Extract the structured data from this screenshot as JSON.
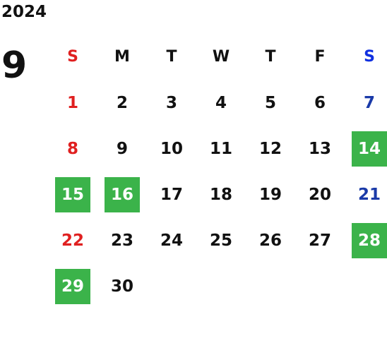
{
  "calendar": {
    "year": "2024",
    "month": "9",
    "weekdays": [
      "S",
      "M",
      "T",
      "W",
      "T",
      "F",
      "S"
    ],
    "weeks": [
      [
        "",
        "",
        "",
        "",
        "",
        "",
        ""
      ],
      [
        "1",
        "2",
        "3",
        "4",
        "5",
        "6",
        "7"
      ],
      [
        "8",
        "9",
        "10",
        "11",
        "12",
        "13",
        "14"
      ],
      [
        "15",
        "16",
        "17",
        "18",
        "19",
        "20",
        "21"
      ],
      [
        "22",
        "23",
        "24",
        "25",
        "26",
        "27",
        "28"
      ],
      [
        "29",
        "30",
        "",
        "",
        "",
        "",
        ""
      ]
    ],
    "highlighted_days": [
      "14",
      "15",
      "16",
      "28",
      "29"
    ],
    "colors": {
      "sunday": "#e02020",
      "saturday": "#1a3aa8",
      "highlight": "#3bb34a"
    }
  }
}
